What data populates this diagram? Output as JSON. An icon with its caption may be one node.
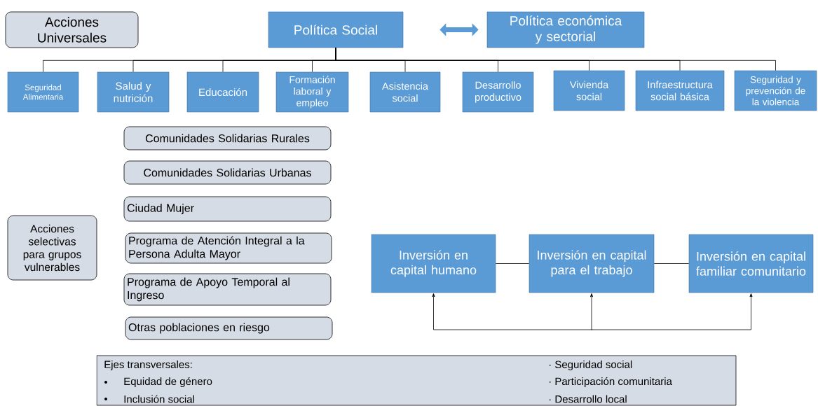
{
  "diagram": {
    "nodes": [
      {
        "text": [
          "Acciones Universales"
        ]
      },
      {
        "text": [
          "Política Social"
        ]
      },
      {
        "text": [
          "Política económica y sectorial"
        ]
      },
      {
        "text": [
          "Seguridad Alimentaria"
        ]
      },
      {
        "text": [
          "Salud y nutrición"
        ]
      },
      {
        "text": [
          "Educación"
        ]
      },
      {
        "text": [
          "Formación laboral y empleo"
        ]
      },
      {
        "text": [
          "Asistencia social"
        ]
      },
      {
        "text": [
          "Desarrollo productivo"
        ]
      },
      {
        "text": [
          "Vivienda social"
        ]
      },
      {
        "text": [
          "Infraestructura social básica"
        ]
      },
      {
        "text": [
          "Seguridad y prevención de la violencia"
        ]
      },
      {
        "text": [
          "Acciones selectivas para grupos vulnerables"
        ]
      },
      {
        "text": [
          "Comunidades Solidarias Rurales"
        ]
      },
      {
        "text": [
          "Comunidades Solidarias Urbanas"
        ]
      },
      {
        "text": [
          "Ciudad Mujer"
        ]
      },
      {
        "text": [
          "Programa de Atención Integral a la Persona Adulta Mayor"
        ]
      },
      {
        "text": [
          "Programa de Apoyo Temporal al Ingreso"
        ]
      },
      {
        "text": [
          "Otras poblaciones en riesgo"
        ]
      },
      {
        "text": [
          "Inversión en capital humano"
        ]
      },
      {
        "text": [
          "Inversión en capital para el trabajo"
        ]
      },
      {
        "text": [
          "Inversión en capital familiar comunitario"
        ]
      },
      {
        "text": [
          "Ejes transversales:",
          "Equidad de género",
          "Inclusión social",
          "· Seguridad social",
          "· Participación comunitaria",
          "· Desarrollo local"
        ]
      }
    ],
    "edges": [
      {
        "from": 1,
        "to": 2,
        "arrow": "both",
        "style": "thick",
        "color": "#5b9bd5"
      },
      {
        "from": 1,
        "to": 3,
        "arrow": "none"
      },
      {
        "from": 1,
        "to": 4,
        "arrow": "none"
      },
      {
        "from": 1,
        "to": 5,
        "arrow": "none"
      },
      {
        "from": 1,
        "to": 6,
        "arrow": "none"
      },
      {
        "from": 1,
        "to": 7,
        "arrow": "none"
      },
      {
        "from": 1,
        "to": 8,
        "arrow": "none"
      },
      {
        "from": 1,
        "to": 9,
        "arrow": "none"
      },
      {
        "from": 1,
        "to": 10,
        "arrow": "none"
      },
      {
        "from": 1,
        "to": 11,
        "arrow": "none"
      },
      {
        "from": 19,
        "to": 20,
        "arrow": "none"
      },
      {
        "from": 20,
        "to": 21,
        "arrow": "none"
      },
      {
        "from": null,
        "to": 19,
        "arrow": "to"
      },
      {
        "from": null,
        "to": 20,
        "arrow": "to"
      },
      {
        "from": null,
        "to": 21,
        "arrow": "to"
      }
    ]
  }
}
